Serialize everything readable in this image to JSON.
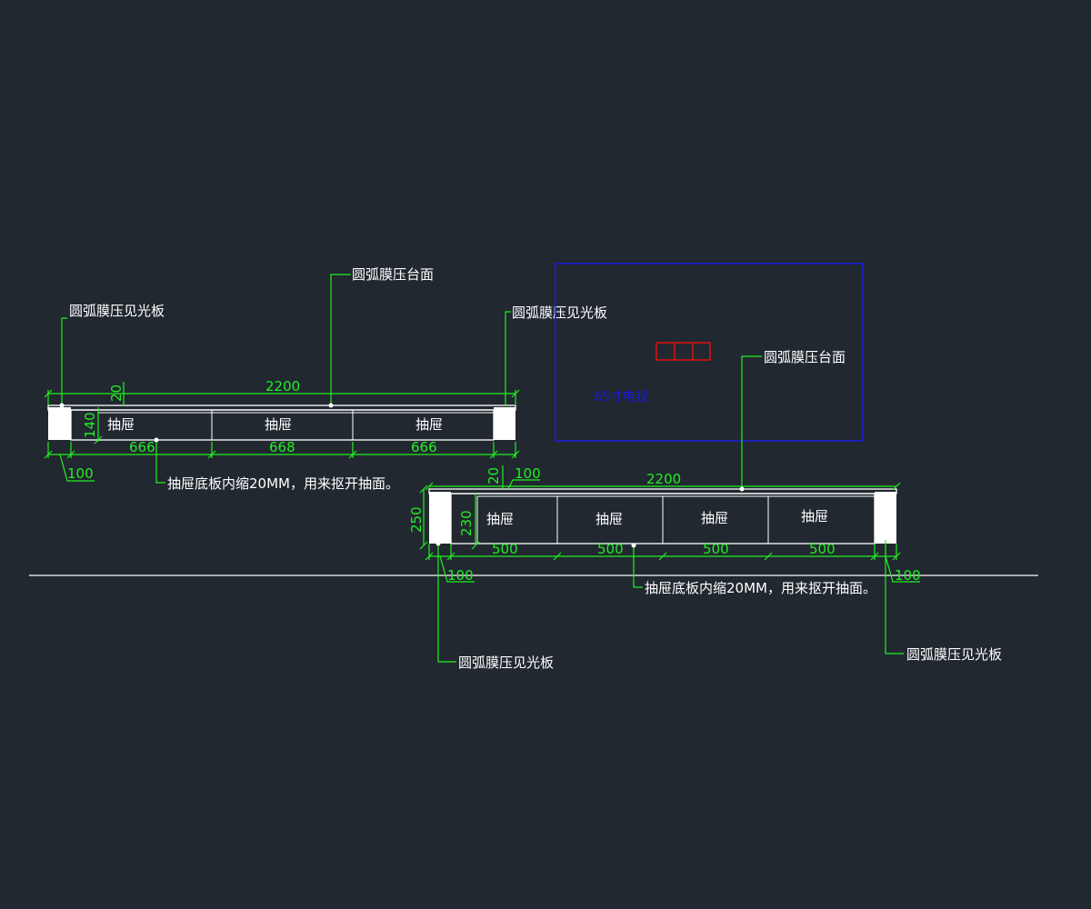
{
  "colors": {
    "background": "#212830",
    "outline": "#ffffff",
    "dimension": "#22ee22",
    "tv_frame": "#1a1ae0",
    "tv_mark": "#e01010"
  },
  "left_cabinet": {
    "drawer_labels": [
      "抽屉",
      "抽屉",
      "抽屉"
    ],
    "dims": {
      "overall": "2200",
      "top": "20",
      "height": "140",
      "bays": [
        "666",
        "668",
        "666"
      ],
      "side_panel": "100"
    },
    "callouts": {
      "left_panel": "圆弧膜压见光板",
      "top": "圆弧膜压台面",
      "right_panel": "圆弧膜压见光板",
      "drawer_note": "抽屉底板内缩20MM，用来抠开抽面。"
    }
  },
  "right_cabinet": {
    "drawer_labels": [
      "抽屉",
      "抽屉",
      "抽屉",
      "抽屉"
    ],
    "dims": {
      "overall": "2200",
      "top": "20",
      "side_panel_top": "100",
      "height_total": "250",
      "height_inner": "230",
      "bays": [
        "500",
        "500",
        "500",
        "500"
      ],
      "left_panel": "100",
      "right_panel": "100"
    },
    "callouts": {
      "top": "圆弧膜压台面",
      "left_panel": "圆弧膜压见光板",
      "right_panel": "圆弧膜压见光板",
      "drawer_note": "抽屉底板内缩20MM，用来抠开抽面。"
    }
  },
  "tv": {
    "label": "65寸电视",
    "icon": "three-cell-marker"
  }
}
